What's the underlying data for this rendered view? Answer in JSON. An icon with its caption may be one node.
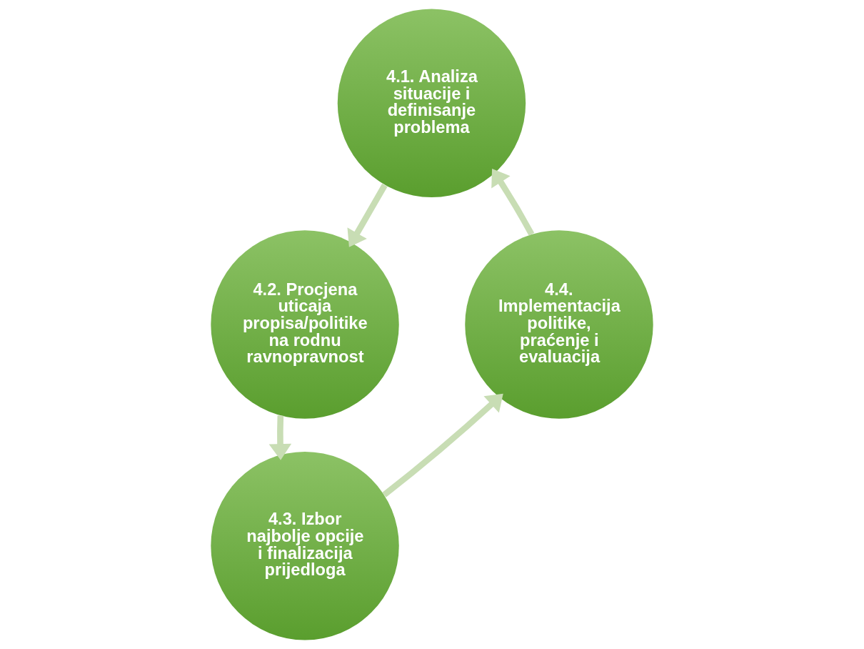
{
  "diagram": {
    "nodes": [
      {
        "text": [
          "4.1. Analiza situacije i definisanje problema"
        ]
      },
      {
        "text": [
          "4.2. Procjena uticaja propisa/politike na rodnu ravnopravnost"
        ]
      },
      {
        "text": [
          "4.3. Izbor najbolje opcije i finalizacija prijedloga"
        ]
      },
      {
        "text": [
          "4.4. Implementacija politike, praćenje i evaluacija"
        ]
      }
    ],
    "edges": [
      {
        "from": 0,
        "to": 1,
        "arrow": "to"
      },
      {
        "from": 1,
        "to": 2,
        "arrow": "to"
      },
      {
        "from": 2,
        "to": 3,
        "arrow": "to"
      },
      {
        "from": 3,
        "to": 0,
        "arrow": "to"
      }
    ]
  }
}
